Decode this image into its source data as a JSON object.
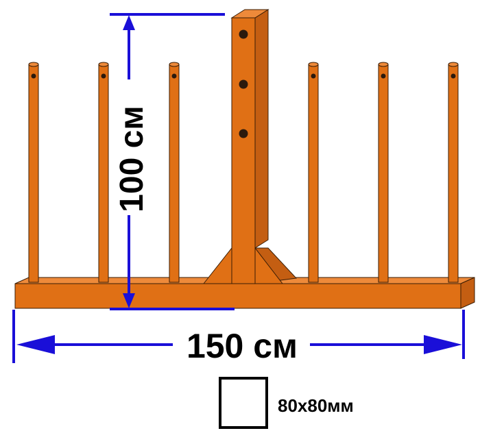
{
  "colors": {
    "steel_front": "#e07015",
    "steel_side": "#c45e12",
    "steel_top": "#ee8a3a",
    "outline": "#3a1d05",
    "dimension": "#1a0fd8",
    "hole": "#2b1a0d"
  },
  "dimensions": {
    "height_label": "100 см",
    "width_label": "150 см"
  },
  "profile": {
    "label": "80x80мм"
  }
}
